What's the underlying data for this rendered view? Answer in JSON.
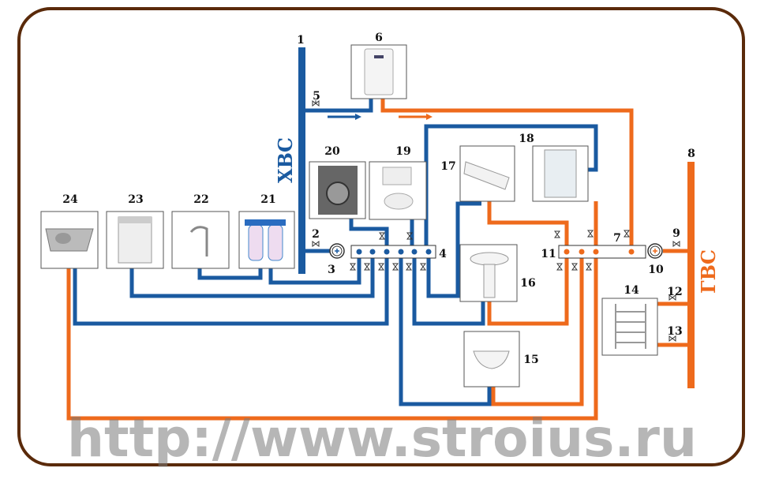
{
  "labels": {
    "n1": "1",
    "n2": "2",
    "n3": "3",
    "n4": "4",
    "n5": "5",
    "n6": "6",
    "n7": "7",
    "n8": "8",
    "n9": "9",
    "n10": "10",
    "n11": "11",
    "n12": "12",
    "n13": "13",
    "n14": "14",
    "n15": "15",
    "n16": "16",
    "n17": "17",
    "n18": "18",
    "n19": "19",
    "n20": "20",
    "n21": "21",
    "n22": "22",
    "n23": "23",
    "n24": "24"
  },
  "cold_water": "ХВС",
  "hot_water": "ГВС",
  "watermark": "http://www.stroius.ru",
  "colors": {
    "cold": "#1a5aa0",
    "hot": "#ee6a1c",
    "frame": "#5a2a0a"
  }
}
